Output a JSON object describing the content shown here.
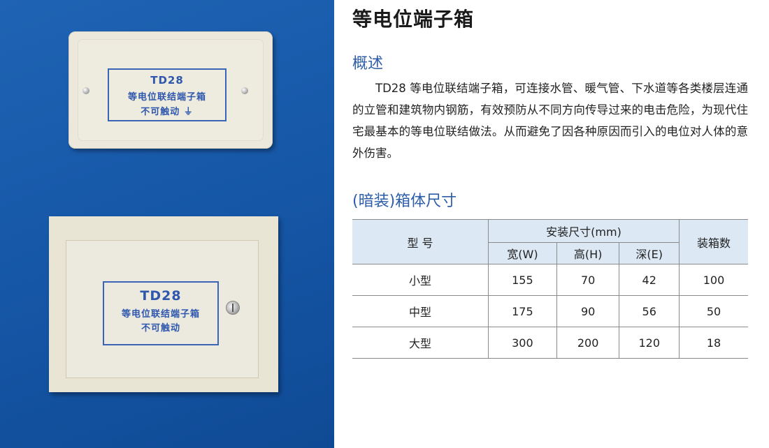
{
  "title": "等电位端子箱",
  "overview": {
    "heading": "概述",
    "text": "TD28 等电位联结端子箱，可连接水管、暖气管、下水道等各类楼层连通的立管和建筑物内钢筋，有效预防从不同方向传导过来的电击危险，为现代住宅最基本的等电位联结做法。从而避免了因各种原因而引入的电位对人体的意外伤害。"
  },
  "product_small": {
    "model": "TD28",
    "line1": "等电位联结端子箱",
    "line2": "不可触动 ⏚"
  },
  "product_large": {
    "model": "TD28",
    "line1": "等电位联结端子箱",
    "line2": "不可触动"
  },
  "size_table": {
    "heading": "(暗装)箱体尺寸",
    "col_type": "型 号",
    "col_install": "安装尺寸(mm)",
    "col_w": "宽(W)",
    "col_h": "高(H)",
    "col_e": "深(E)",
    "col_qty": "装箱数",
    "rows": [
      {
        "type": "小型",
        "w": "155",
        "h": "70",
        "e": "42",
        "qty": "100"
      },
      {
        "type": "中型",
        "w": "175",
        "h": "90",
        "e": "56",
        "qty": "50"
      },
      {
        "type": "大型",
        "w": "300",
        "h": "200",
        "e": "120",
        "qty": "18"
      }
    ]
  },
  "colors": {
    "panel_blue": "#1657a7",
    "heading_blue": "#2d5da8",
    "table_header": "#dce8f4"
  }
}
